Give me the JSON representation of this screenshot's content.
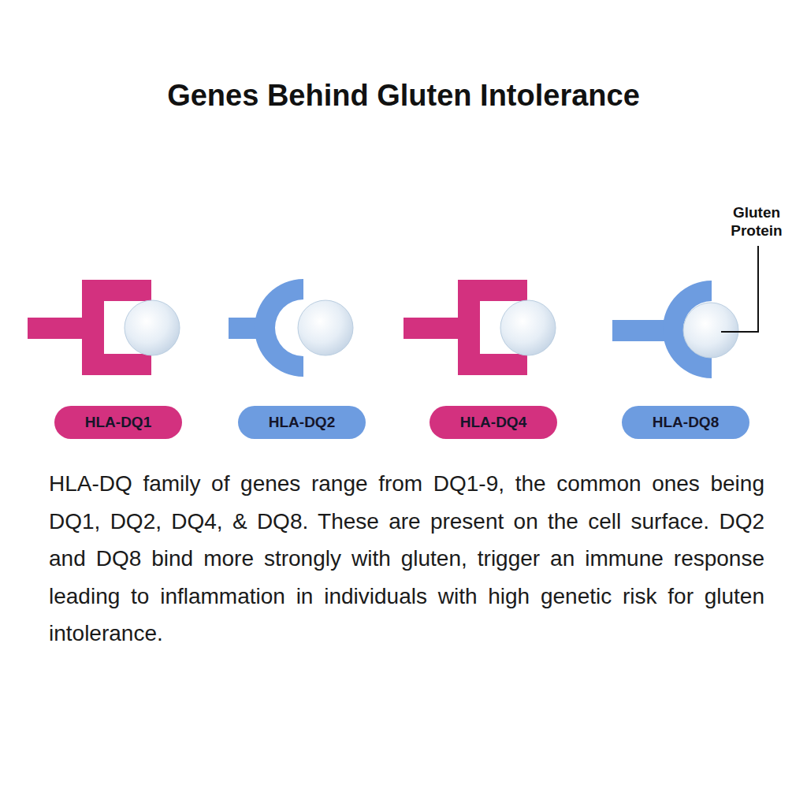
{
  "diagram": {
    "title": "Genes Behind Gluten Intolerance",
    "caption": "HLA-DQ family of genes range from DQ1-9, the common ones being DQ1, DQ2, DQ4, & DQ8. These are present on the cell surface. DQ2 and DQ8 bind more strongly with gluten, trigger an immune response leading to inflammation in individuals with high genetic risk for gluten intolerance.",
    "nodes": [
      {
        "text": [
          "HLA-DQ1"
        ]
      },
      {
        "text": [
          "HLA-DQ2"
        ]
      },
      {
        "text": [
          "HLA-DQ4"
        ]
      },
      {
        "text": [
          "HLA-DQ8"
        ]
      }
    ],
    "labels": [
      "Gluten Protein"
    ]
  }
}
